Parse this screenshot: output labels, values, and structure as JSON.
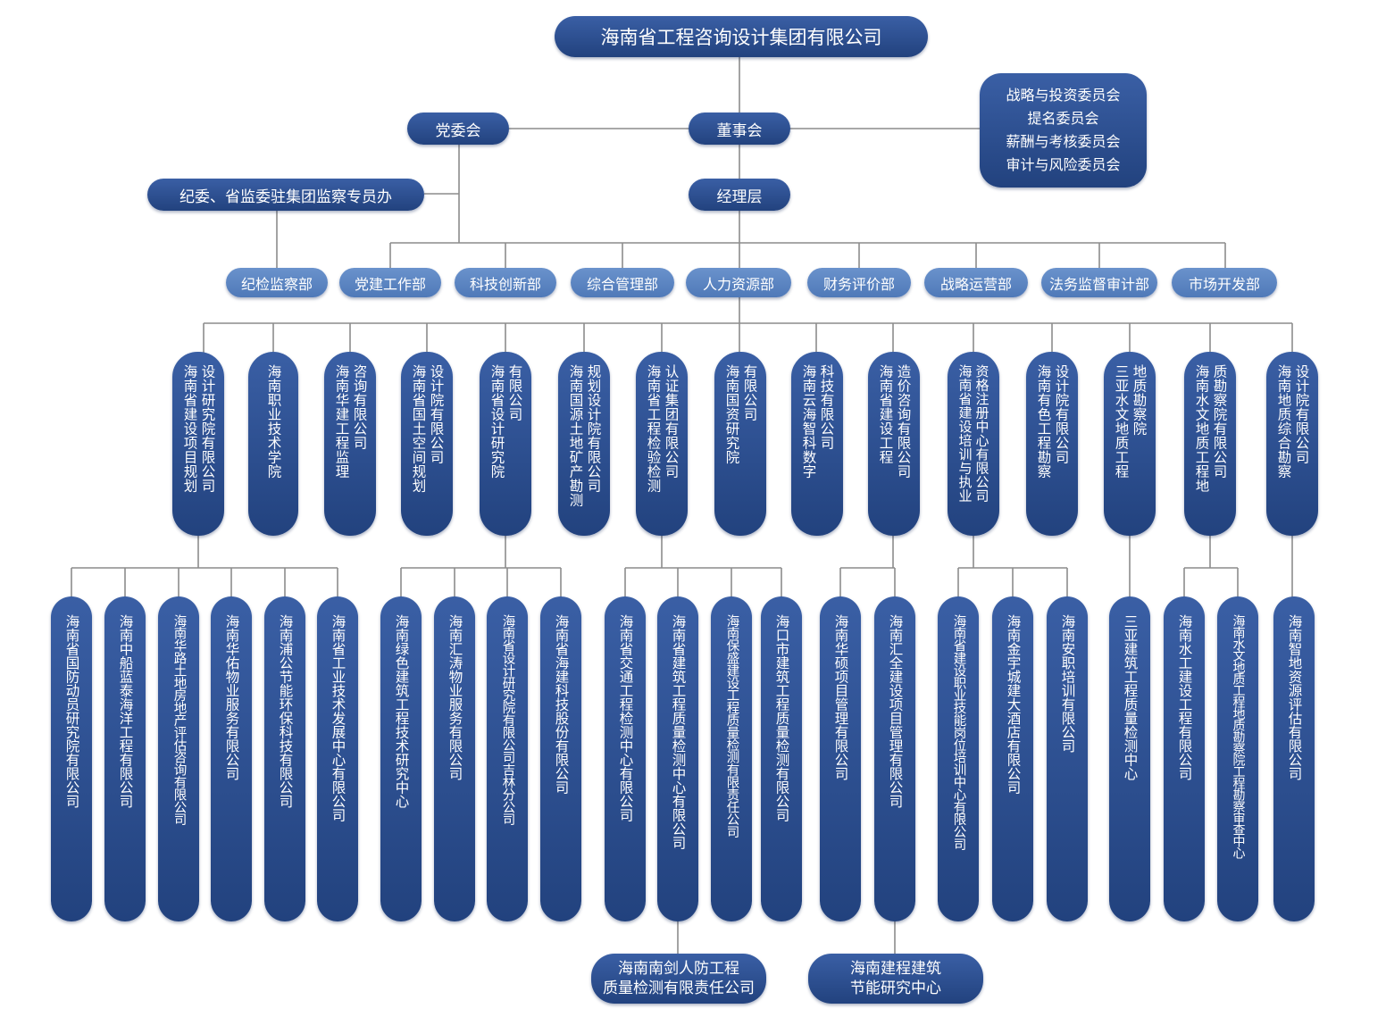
{
  "top": "海南省工程咨询设计集团有限公司",
  "party_committee": "党委会",
  "board": "董事会",
  "committees": [
    "战略与投资委员会",
    "提名委员会",
    "薪酬与考核委员会",
    "审计与风险委员会"
  ],
  "discipline_office": "纪委、省监委驻集团监察专员办",
  "management": "经理层",
  "departments": [
    "纪检监察部",
    "党建工作部",
    "科技创新部",
    "综合管理部",
    "人力资源部",
    "财务评价部",
    "战略运营部",
    "法务监督审计部",
    "市场开发部"
  ],
  "subsidiaries": [
    [
      "设计研究院有限公司",
      "海南省建设项目规划"
    ],
    [
      "海南职业技术学院"
    ],
    [
      "咨询有限公司",
      "海南华建工程监理"
    ],
    [
      "设计院有限公司",
      "海南省国土空间规划"
    ],
    [
      "有限公司",
      "海南省设计研究院"
    ],
    [
      "规划设计院有限公司",
      "海南国源土地矿产勘测"
    ],
    [
      "认证集团有限公司",
      "海南省工程检验检测"
    ],
    [
      "有限公司",
      "海南国资研究院"
    ],
    [
      "科技有限公司",
      "海南云海智科数字"
    ],
    [
      "造价咨询有限公司",
      "海南省建设工程"
    ],
    [
      "资格注册中心有限公司",
      "海南省建设培训与执业"
    ],
    [
      "设计院有限公司",
      "海南有色工程勘察"
    ],
    [
      "地质勘察院",
      "三亚水文地质工程"
    ],
    [
      "质勘察院有限公司",
      "海南水文地质工程地"
    ],
    [
      "设计院有限公司",
      "海南地质综合勘察"
    ]
  ],
  "units": [
    "海南省国防动员研究院有限公司",
    "海南中船蓝泰海洋工程有限公司",
    "海南华路土地房地产评估咨询有限公司",
    "海南华佑物业服务有限公司",
    "海南浦公节能环保科技有限公司",
    "海南省工业技术发展中心有限公司",
    "海南绿色建筑工程技术研究中心",
    "海南汇涛物业服务有限公司",
    "海南省设计研究院有限公司吉林分公司",
    "海南省海建科技股份有限公司",
    "海南省交通工程检测中心有限公司",
    "海南省建筑工程质量检测中心有限公司",
    "海南保盛建设工程质量检测有限责任公司",
    "海口市建筑工程质量检测有限公司",
    "海南华硕项目管理有限公司",
    "海南汇全建设项目管理有限公司",
    "海南省建设职业技能岗位培训中心有限公司",
    "海南金宇城建大酒店有限公司",
    "海南安职培训有限公司",
    "三亚建筑工程质量检测中心",
    "海南水工建设工程有限公司",
    "海南水文地质工程地质勘察院工程勘察审查中心",
    "海南智地资源评估有限公司"
  ],
  "bottom_left": [
    "海南南剑人防工程",
    "质量检测有限责任公司"
  ],
  "bottom_right": [
    "海南建程建筑",
    "节能研究中心"
  ],
  "colors": {
    "node_dark": "#2a4a8a",
    "node_light": "#5d87c3",
    "line": "#8c8c8c",
    "background": "#ffffff"
  }
}
